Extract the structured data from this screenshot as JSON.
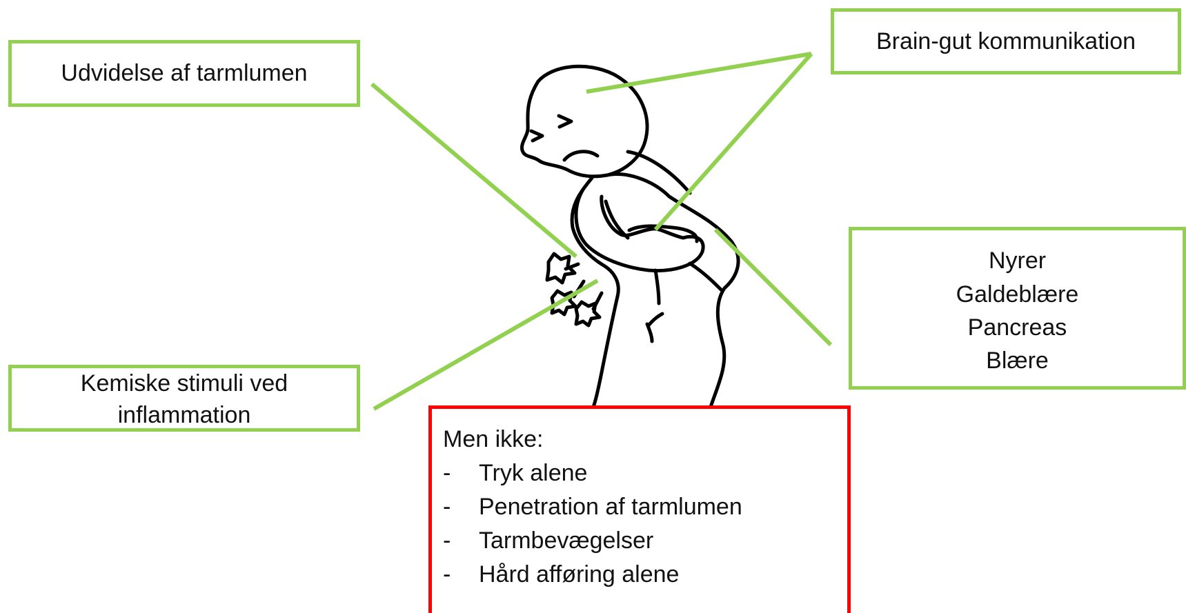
{
  "colors": {
    "green": "#92d050",
    "red": "#ff0000",
    "ink": "#000000"
  },
  "labels": {
    "udvidelse": "Udvidelse af tarmlumen",
    "brain_gut": "Brain-gut kommunikation",
    "kemiske": [
      "Kemiske stimuli ved",
      "inflammation"
    ],
    "organs": [
      "Nyrer",
      "Galdeblære",
      "Pancreas",
      "Blære"
    ]
  },
  "men_ikke": {
    "title": "Men ikke:",
    "dash": "-",
    "items": [
      "Tryk alene",
      "Penetration af tarmlumen",
      "Tarmbevægelser",
      "Hård afføring alene"
    ]
  }
}
